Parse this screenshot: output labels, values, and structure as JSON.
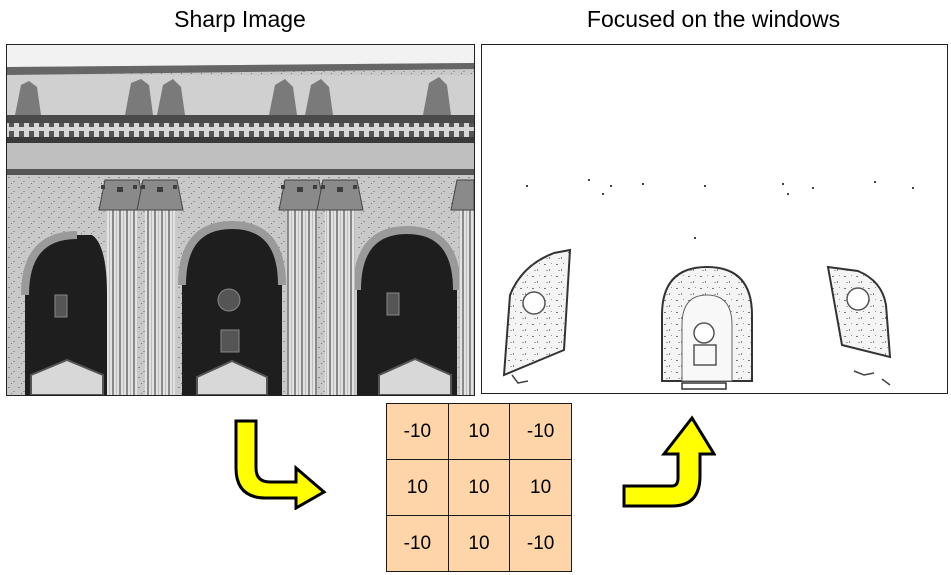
{
  "left_panel": {
    "title": "Sharp Image"
  },
  "right_panel": {
    "title": "Focused on the windows"
  },
  "kernel": {
    "rows": [
      [
        "-10",
        "10",
        "-10"
      ],
      [
        "10",
        "10",
        "10"
      ],
      [
        "-10",
        "10",
        "-10"
      ]
    ],
    "cell_color": "#fdd5a8"
  },
  "arrow_color": "#ffff00"
}
